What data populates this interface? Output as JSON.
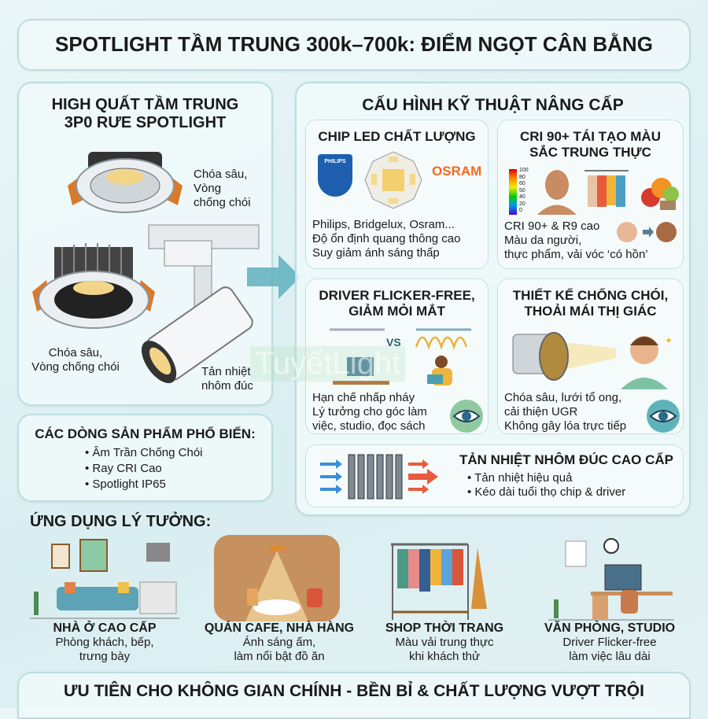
{
  "title": "SPOTLIGHT TẦM TRUNG 300k–700k: ĐIỂM NGỌT CÂN BẰNG",
  "left_panel": {
    "title_line1": "HIGH QUẤT TẦM TRUNG",
    "title_line2": "3P0 RƯE SPOTLIGHT",
    "callout_top": [
      "Chóa sâu,",
      "Vòng",
      "chống chói"
    ],
    "callout_bottom": [
      "Chóa sâu,",
      "Vòng chống chói"
    ],
    "callout_track": [
      "Tản nhiệt",
      "nhôm đúc"
    ]
  },
  "products": {
    "title": "CÁC DÒNG SẢN PHẨM PHỔ BIẾN:",
    "items": [
      "• Âm Trần Chống Chói",
      "• Ray CRI Cao",
      "• Spotlight IP65"
    ]
  },
  "tech": {
    "title": "CẤU HÌNH KỸ THUẬT NÂNG CẤP",
    "chip": {
      "title": "CHIP LED CHẤT LƯỢNG",
      "logo_philips": "PHILIPS",
      "logo_osram": "OSRAM",
      "lines": [
        "Philips, Bridgelux, Osram...",
        "Độ ổn định quang thông cao",
        "Suy giảm ánh sáng thấp"
      ]
    },
    "cri": {
      "title_line1": "CRI 90+ TÁI TẠO MÀU",
      "title_line2": "SẮC TRUNG THỰC",
      "scale": [
        "100",
        "80",
        "60",
        "50",
        "40",
        "20",
        "0"
      ],
      "lines": [
        "CRI 90+ & R9 cao",
        "Màu da người,",
        "thực phẩm, vải vóc ‘có hồn’"
      ]
    },
    "driver": {
      "title_line1": "DRIVER FLICKER-FREE,",
      "title_line2": "GIẢM MỎI MẮT",
      "vs": "VS",
      "lines": [
        "Hạn chế nhấp nháy",
        "Lý tưởng cho góc làm",
        "việc, studio, đọc sách"
      ]
    },
    "glare": {
      "title_line1": "THIẾT KẾ CHỐNG CHÓI,",
      "title_line2": "THOẢI MÁI THỊ GIÁC",
      "lines": [
        "Chóa sâu, lưới tổ ong,",
        "cải thiện UGR",
        "Không gây lóa trực tiếp"
      ]
    },
    "heatsink": {
      "title": "TẢN NHIỆT NHÔM ĐÚC CAO CẤP",
      "items": [
        "• Tản nhiệt hiệu quả",
        "• Kéo dài tuổi thọ chip & driver"
      ]
    }
  },
  "applications": {
    "title": "ỨNG DỤNG LÝ TƯỞNG:",
    "items": [
      {
        "title": "NHÀ Ở CAO CẤP",
        "lines": [
          "Phòng khách, bếp,",
          "trưng bày"
        ]
      },
      {
        "title": "QUÁN CAFE, NHÀ HÀNG",
        "lines": [
          "Ánh sáng ấm,",
          "làm nổi bật đồ ăn"
        ]
      },
      {
        "title": "SHOP THỜI TRANG",
        "lines": [
          "Màu vải trung thực",
          "khi khách thử"
        ]
      },
      {
        "title": "VĂN PHÒNG, STUDIO",
        "lines": [
          "Driver Flicker-free",
          "làm việc lâu dài"
        ]
      }
    ]
  },
  "watermark": "TuyếtLight",
  "footer": "ƯU TIÊN CHO KHÔNG GIAN CHÍNH - BỀN BỈ & CHẤT LƯỢNG VƯỢT TRỘI",
  "colors": {
    "accent": "#4aa3b0",
    "osram": "#f26a21",
    "philips": "#0b5ed7",
    "warm": "#f3d58a"
  }
}
